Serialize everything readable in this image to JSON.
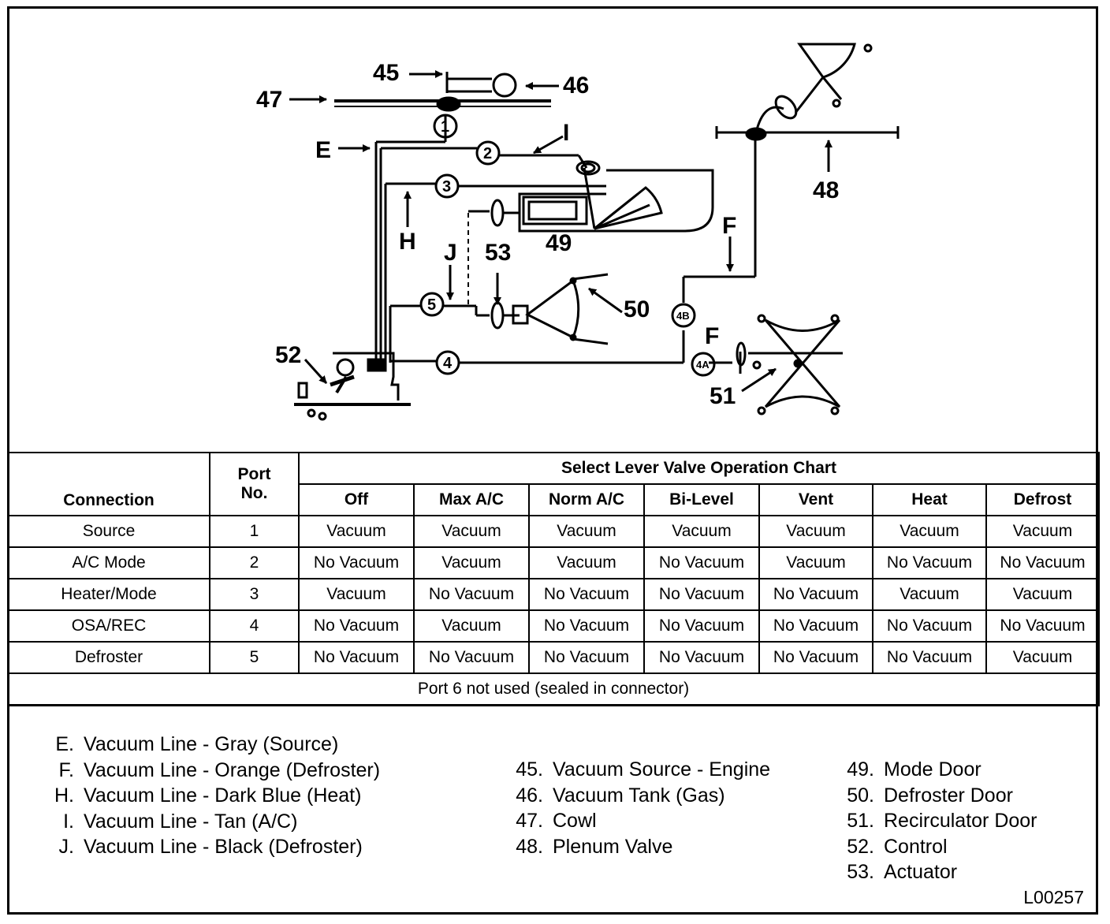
{
  "diagram": {
    "labels": {
      "l45": "45",
      "l46": "46",
      "l47": "47",
      "l48": "48",
      "l49": "49",
      "l50": "50",
      "l51": "51",
      "l52": "52",
      "l53": "53",
      "E": "E",
      "F_top": "F",
      "F_bottom": "F",
      "H": "H",
      "I": "I",
      "J": "J"
    },
    "ports": {
      "p1": "1",
      "p2": "2",
      "p3": "3",
      "p4": "4",
      "p5": "5",
      "p4a": "4A",
      "p4b": "4B"
    }
  },
  "chart": {
    "title": "Select Lever Valve Operation Chart",
    "col_connection": "Connection",
    "col_port": "Port No.",
    "modes": [
      "Off",
      "Max A/C",
      "Norm A/C",
      "Bi-Level",
      "Vent",
      "Heat",
      "Defrost"
    ],
    "rows": [
      {
        "connection": "Source",
        "port": "1",
        "values": [
          "Vacuum",
          "Vacuum",
          "Vacuum",
          "Vacuum",
          "Vacuum",
          "Vacuum",
          "Vacuum"
        ]
      },
      {
        "connection": "A/C Mode",
        "port": "2",
        "values": [
          "No Vacuum",
          "Vacuum",
          "Vacuum",
          "No Vacuum",
          "Vacuum",
          "No Vacuum",
          "No Vacuum"
        ]
      },
      {
        "connection": "Heater/Mode",
        "port": "3",
        "values": [
          "Vacuum",
          "No Vacuum",
          "No Vacuum",
          "No Vacuum",
          "No Vacuum",
          "Vacuum",
          "Vacuum"
        ]
      },
      {
        "connection": "OSA/REC",
        "port": "4",
        "values": [
          "No Vacuum",
          "Vacuum",
          "No Vacuum",
          "No Vacuum",
          "No Vacuum",
          "No Vacuum",
          "No Vacuum"
        ]
      },
      {
        "connection": "Defroster",
        "port": "5",
        "values": [
          "No Vacuum",
          "No Vacuum",
          "No Vacuum",
          "No Vacuum",
          "No Vacuum",
          "No Vacuum",
          "Vacuum"
        ]
      }
    ],
    "note": "Port 6 not used (sealed in connector)"
  },
  "legend": {
    "col1": [
      {
        "key": "E.",
        "text": "Vacuum Line - Gray (Source)"
      },
      {
        "key": "F.",
        "text": "Vacuum Line - Orange (Defroster)"
      },
      {
        "key": "H.",
        "text": "Vacuum Line - Dark Blue (Heat)"
      },
      {
        "key": "I.",
        "text": "Vacuum Line - Tan (A/C)"
      },
      {
        "key": "J.",
        "text": "Vacuum Line - Black (Defroster)"
      }
    ],
    "col2": [
      {
        "key": "45.",
        "text": "Vacuum Source - Engine"
      },
      {
        "key": "46.",
        "text": "Vacuum Tank (Gas)"
      },
      {
        "key": "47.",
        "text": "Cowl"
      },
      {
        "key": "48.",
        "text": "Plenum Valve"
      }
    ],
    "col3": [
      {
        "key": "49.",
        "text": "Mode Door"
      },
      {
        "key": "50.",
        "text": "Defroster Door"
      },
      {
        "key": "51.",
        "text": "Recirculator Door"
      },
      {
        "key": "52.",
        "text": "Control"
      },
      {
        "key": "53.",
        "text": "Actuator"
      }
    ]
  },
  "figure_id": "L00257"
}
